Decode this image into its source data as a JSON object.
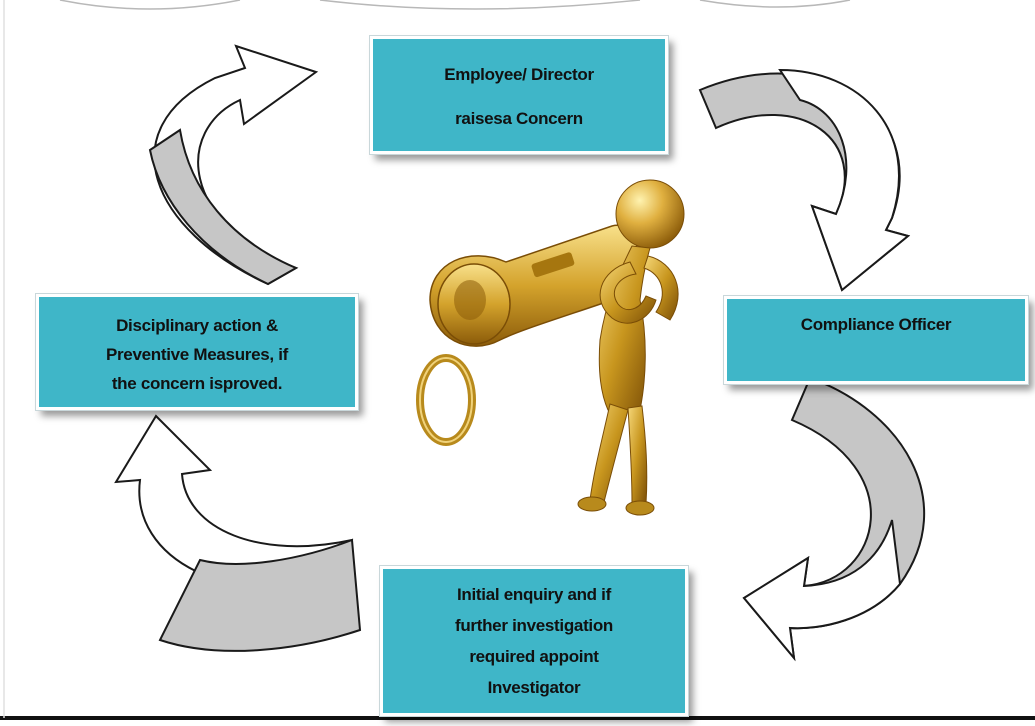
{
  "colors": {
    "box_fill": "#3fb6c8",
    "arrow_fill": "#c6c6c6",
    "arrow_stroke": "#1a1a1a",
    "figure_gold": "#c8961e"
  },
  "steps": [
    {
      "lines": [
        "Employee/ Director",
        "raisesa Concern"
      ]
    },
    {
      "lines": [
        "Compliance Officer"
      ]
    },
    {
      "lines": [
        "Initial enquiry and if",
        "further investigation",
        "required appoint",
        "Investigator"
      ]
    },
    {
      "lines": [
        "Disciplinary action &",
        "Preventive Measures, if",
        "the concern isproved."
      ]
    }
  ],
  "center_image": "gold-figure-with-whistle"
}
